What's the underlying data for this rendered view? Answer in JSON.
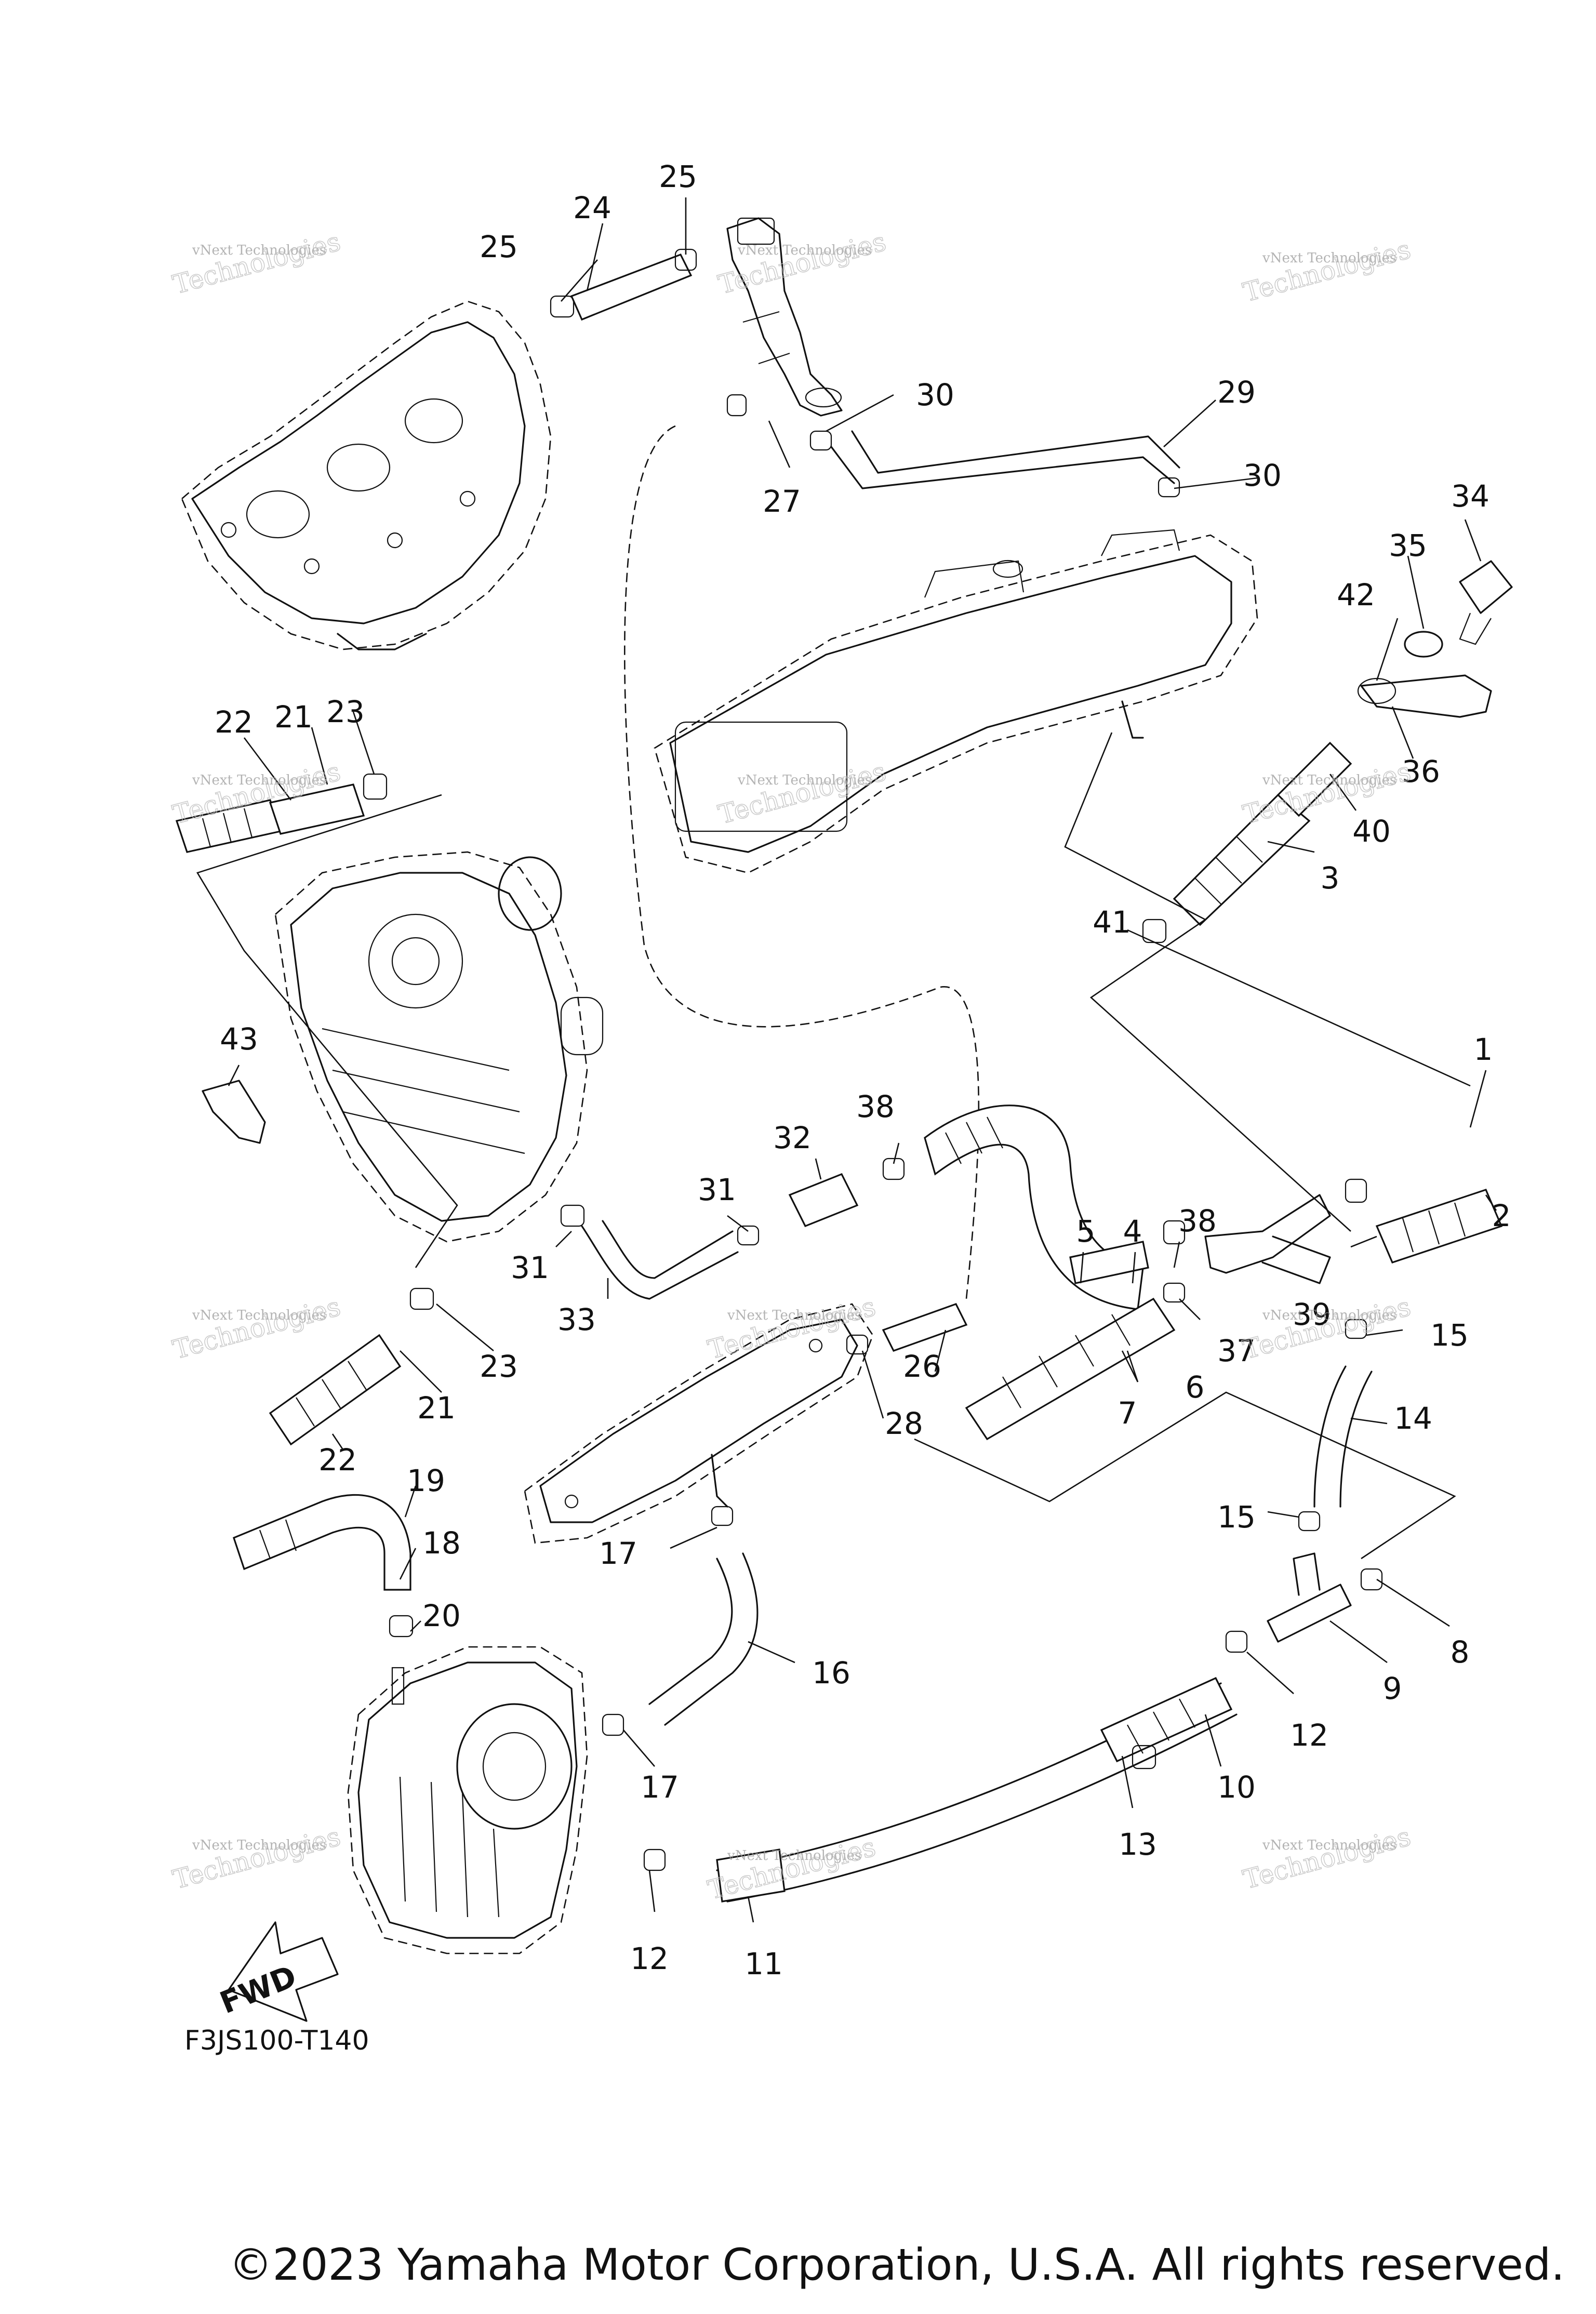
{
  "diagram": {
    "callouts": [
      "1",
      "2",
      "3",
      "4",
      "5",
      "6",
      "7",
      "8",
      "9",
      "10",
      "11",
      "12",
      "12",
      "13",
      "14",
      "15",
      "15",
      "16",
      "17",
      "17",
      "18",
      "19",
      "20",
      "21",
      "21",
      "22",
      "22",
      "23",
      "23",
      "24",
      "25",
      "25",
      "26",
      "27",
      "28",
      "29",
      "30",
      "30",
      "31",
      "31",
      "32",
      "33",
      "34",
      "35",
      "36",
      "37",
      "38",
      "38",
      "39",
      "40",
      "41",
      "42",
      "43"
    ],
    "watermark_line1": "vNext Technologies",
    "watermark_line2": "Technologies",
    "fwd_label": "FWD",
    "drawing_code": "F3JS100-T140"
  },
  "footer": {
    "copyright": "©2023 Yamaha Motor Corporation, U.S.A. All rights reserved."
  }
}
